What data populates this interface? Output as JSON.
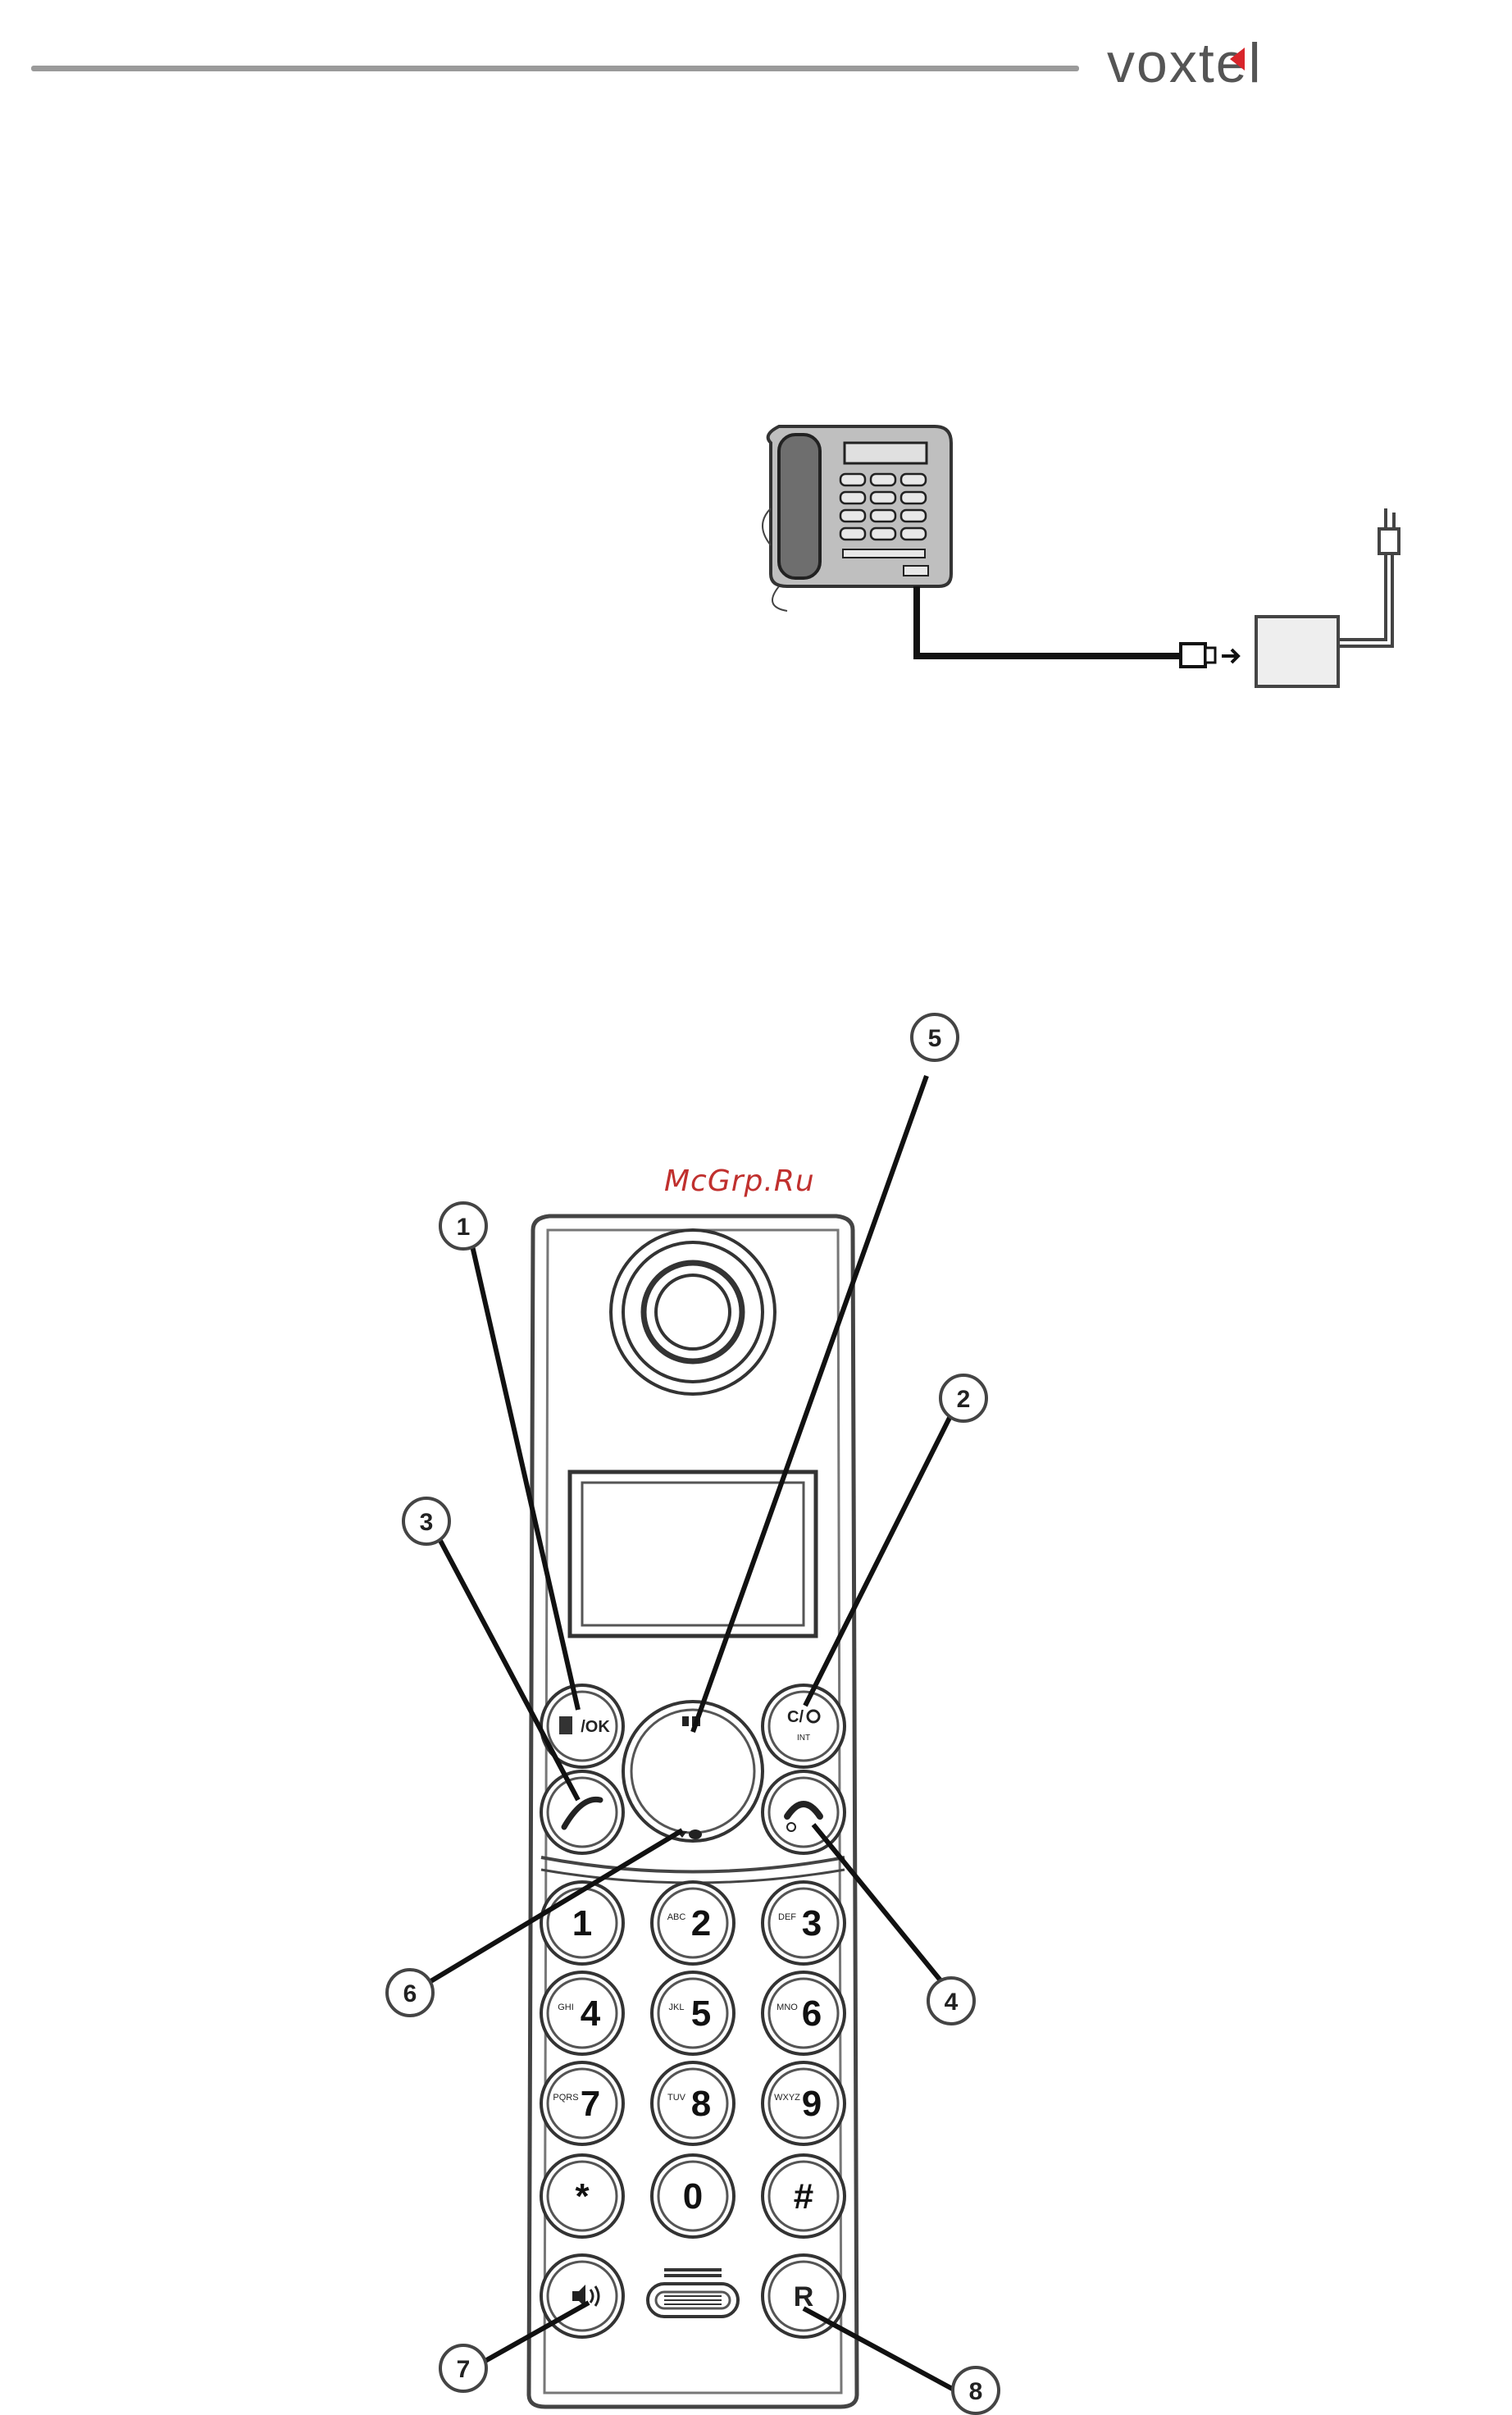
{
  "header": {
    "brand": "voxtel"
  },
  "watermark": "McGrp.Ru",
  "handset": {
    "callouts": [
      "1",
      "2",
      "3",
      "4",
      "5",
      "6",
      "7",
      "8"
    ],
    "soft_keys": {
      "menu_ok": "/OK",
      "clear_int": "C/",
      "int_sub": "INT"
    },
    "keypad": [
      {
        "digit": "1",
        "letters": ""
      },
      {
        "digit": "2",
        "letters": "ABC"
      },
      {
        "digit": "3",
        "letters": "DEF"
      },
      {
        "digit": "4",
        "letters": "GHI"
      },
      {
        "digit": "5",
        "letters": "JKL"
      },
      {
        "digit": "6",
        "letters": "MNO"
      },
      {
        "digit": "7",
        "letters": "PQRS"
      },
      {
        "digit": "8",
        "letters": "TUV"
      },
      {
        "digit": "9",
        "letters": "WXYZ"
      },
      {
        "digit": "*",
        "letters": ""
      },
      {
        "digit": "0",
        "letters": ""
      },
      {
        "digit": "#",
        "letters": ""
      }
    ],
    "r_key": "R"
  }
}
